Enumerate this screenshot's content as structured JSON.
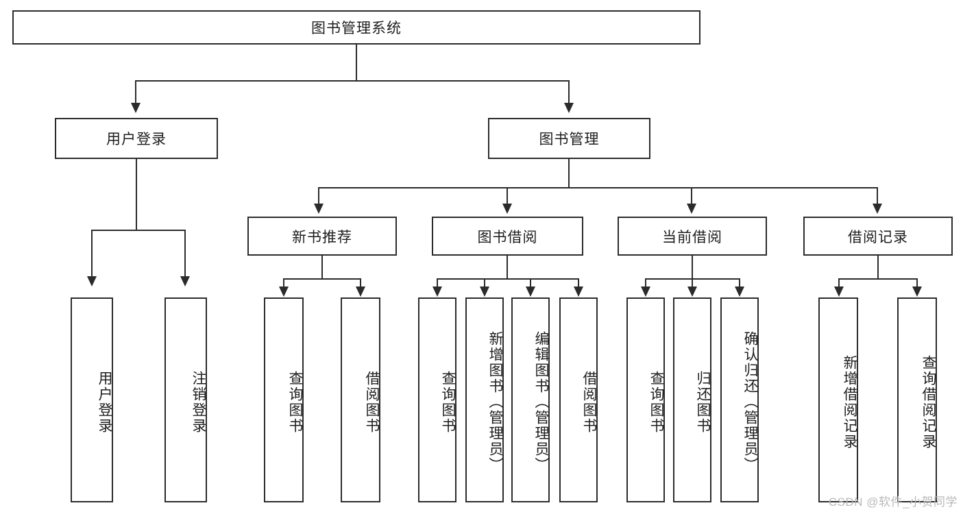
{
  "diagram": {
    "title": "图书管理系统",
    "type": "tree-hierarchy-diagram",
    "root": {
      "label": "图书管理系统"
    },
    "level2": [
      {
        "label": "用户登录"
      },
      {
        "label": "图书管理"
      }
    ],
    "level3": [
      {
        "label": "新书推荐"
      },
      {
        "label": "图书借阅"
      },
      {
        "label": "当前借阅"
      },
      {
        "label": "借阅记录"
      }
    ],
    "leaves": [
      {
        "label": "用户登录"
      },
      {
        "label": "注销登录"
      },
      {
        "label": "查询图书"
      },
      {
        "label": "借阅图书"
      },
      {
        "label": "查询图书"
      },
      {
        "label": "新增图书（管理员）"
      },
      {
        "label": "编辑图书（管理员）"
      },
      {
        "label": "借阅图书"
      },
      {
        "label": "查询图书"
      },
      {
        "label": "归还图书"
      },
      {
        "label": "确认归还（管理员）"
      },
      {
        "label": "新增借阅记录"
      },
      {
        "label": "查询借阅记录"
      }
    ]
  },
  "watermark": {
    "text": "CSDN @软件_小贺同学"
  },
  "colors": {
    "stroke": "#2b2b2b",
    "background": "#ffffff",
    "text": "#1d1d1d",
    "watermark": "#b9b9b9"
  }
}
